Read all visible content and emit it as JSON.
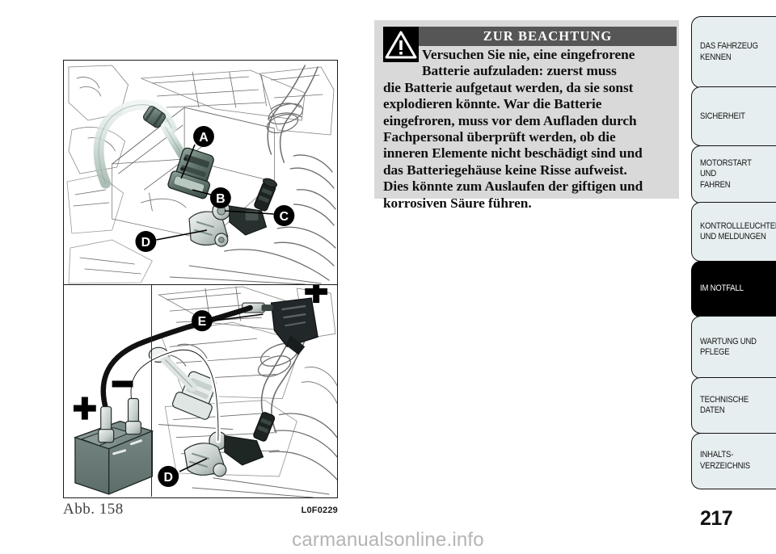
{
  "page": {
    "number": "217",
    "watermark": "carmanualsonline.info"
  },
  "figure": {
    "caption": "Abb. 158",
    "code": "L0F0229",
    "alt_top": "Engine bay battery terminal detail with callouts A, B, C, D",
    "alt_bottom": "Jump starting with auxiliary battery, callouts D and E, plus and minus polarity marks",
    "callouts_top": [
      "A",
      "B",
      "C",
      "D"
    ],
    "callouts_bottom": [
      "E",
      "D"
    ],
    "polarity_marks": [
      "+",
      "−",
      "+"
    ]
  },
  "warning": {
    "icon": "warning-triangle-icon",
    "title": "ZUR BEACHTUNG",
    "lines": [
      "Versuchen Sie nie, eine eingefrorene",
      "Batterie aufzuladen: zuerst muss",
      "die Batterie aufgetaut werden, da sie sonst",
      "explodieren könnte. War die Batterie",
      "eingefroren, muss vor dem Aufladen durch",
      "Fachpersonal überprüft werden, ob die",
      "inneren Elemente nicht beschädigt sind und",
      "das Batteriegehäuse keine Risse aufweist.",
      "Dies könnte zum Auslaufen der giftigen und",
      "korrosiven Säure führen."
    ]
  },
  "sidebar": {
    "items": [
      {
        "label": "DAS FAHRZEUG\nKENNEN",
        "active": false,
        "height": 89
      },
      {
        "label": "SICHERHEIT",
        "active": false,
        "height": 74
      },
      {
        "label": "MOTORSTART UND\nFAHREN",
        "active": false,
        "height": 72
      },
      {
        "label": "KONTROLLLEUCHTEN\nUND MELDUNGEN",
        "active": false,
        "height": 74
      },
      {
        "label": "IM NOTFALL",
        "active": true,
        "height": 70
      },
      {
        "label": "WARTUNG UND\nPFLEGE",
        "active": false,
        "height": 78
      },
      {
        "label": "TECHNISCHE\nDATEN",
        "active": false,
        "height": 70
      },
      {
        "label": "INHALTS-\nVERZEICHNIS",
        "active": false,
        "height": 70
      }
    ]
  },
  "colors": {
    "warning_bg": "#d9d9d9",
    "warning_header": "#565656",
    "tab_bg": "#e7eef0",
    "tab_active_bg": "#000000",
    "watermark": "#b4b4b4"
  }
}
